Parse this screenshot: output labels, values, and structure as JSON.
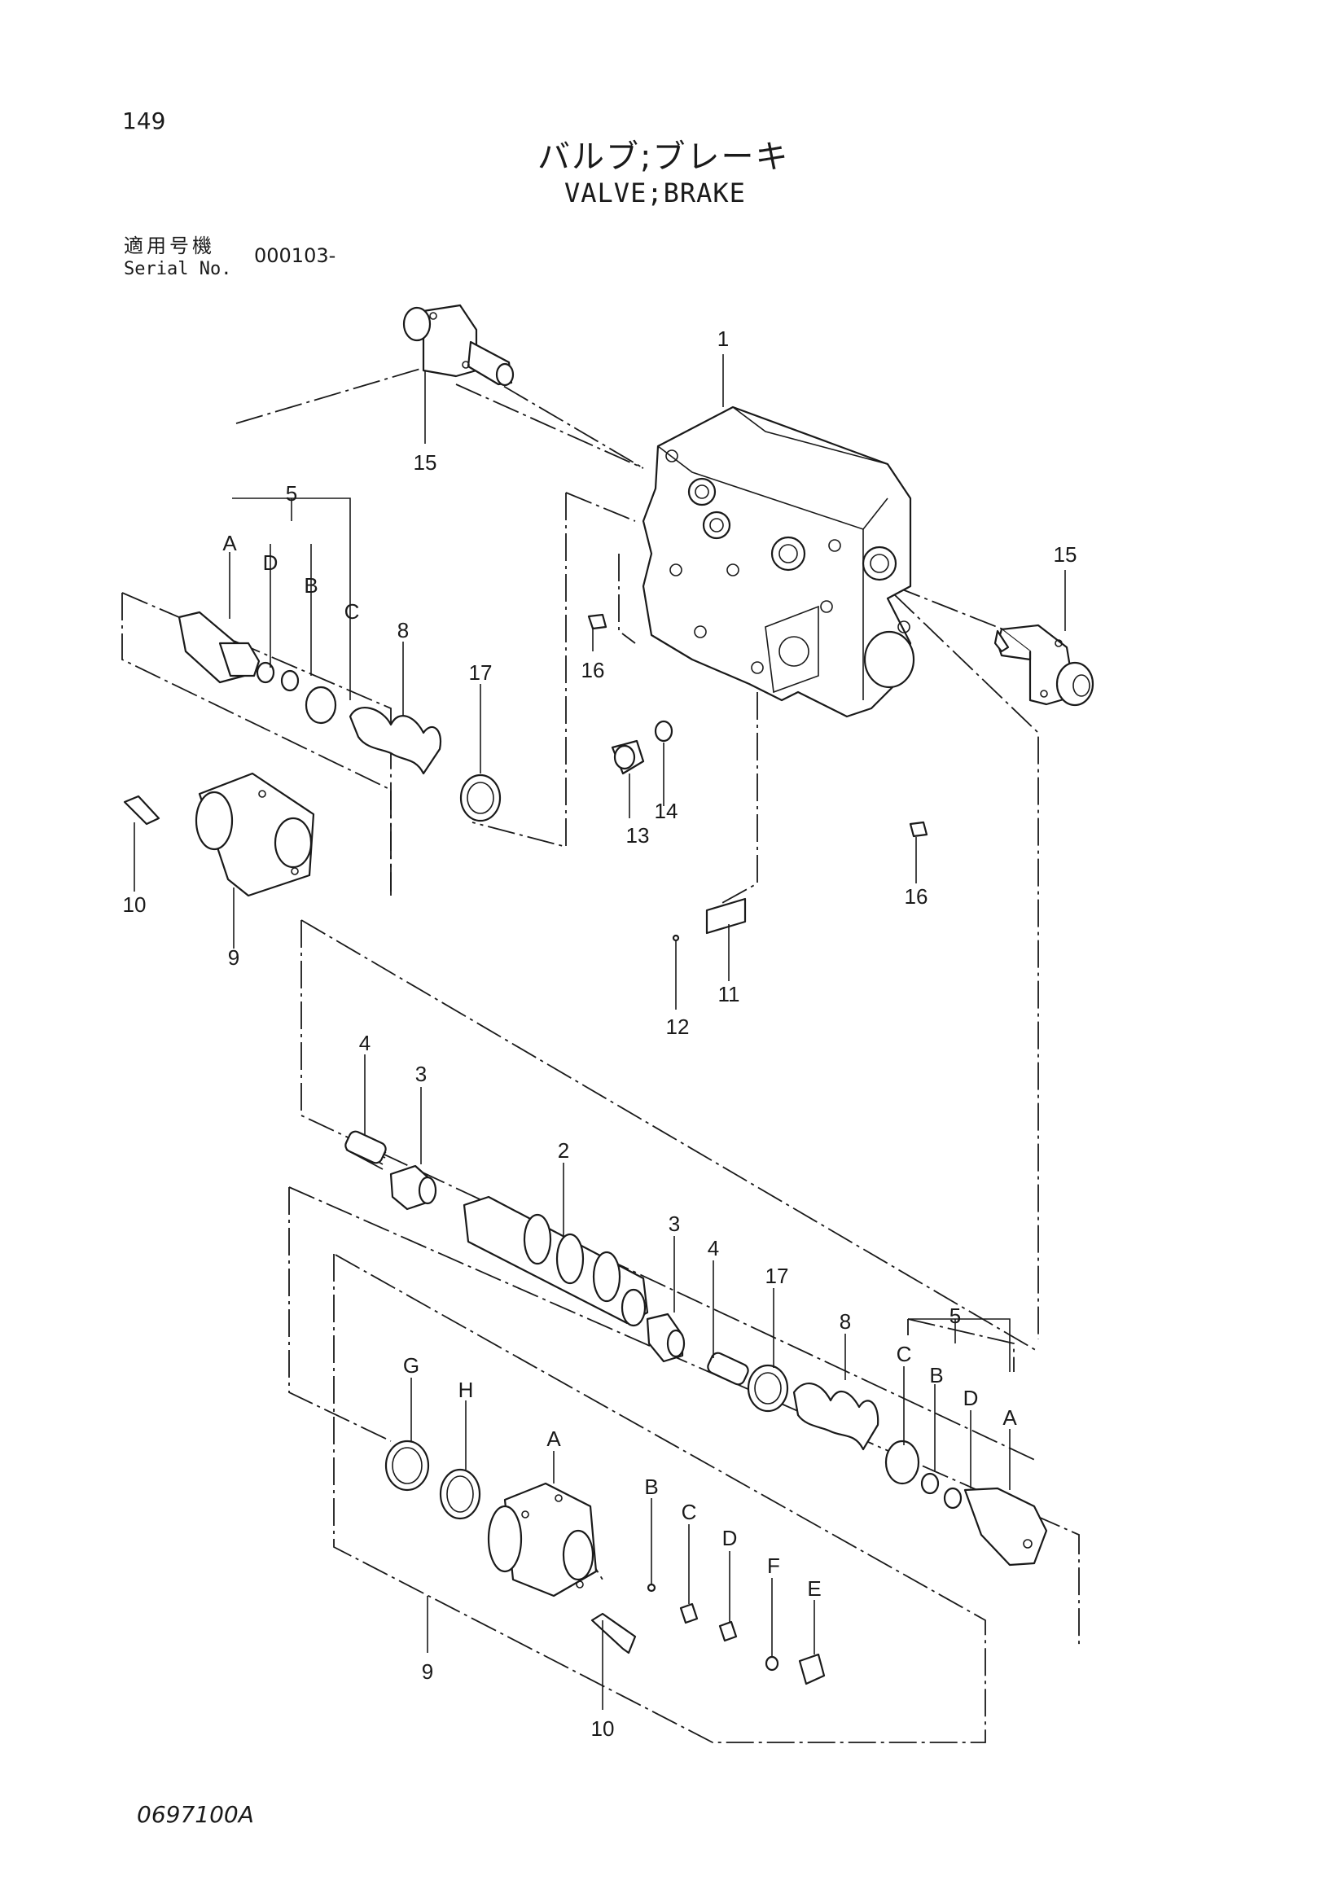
{
  "header": {
    "page_number": "149",
    "title_ja": "バルブ;ブレーキ",
    "title_en": "VALVE;BRAKE",
    "serial_label_ja": "適用号機",
    "serial_label_en": "Serial No.",
    "serial_value": "000103-"
  },
  "footer": {
    "drawing_number": "0697100A"
  },
  "callouts": {
    "c1": "1",
    "c15a": "15",
    "c15b": "15",
    "c5a": "5",
    "cAa": "A",
    "cDa": "D",
    "cBa": "B",
    "cCa": "C",
    "c8a": "8",
    "c17a": "17",
    "c16a": "16",
    "c16b": "16",
    "c13": "13",
    "c14": "14",
    "c10a": "10",
    "c9a": "9",
    "c11": "11",
    "c12": "12",
    "c4a": "4",
    "c3a": "3",
    "c2": "2",
    "c3b": "3",
    "c4b": "4",
    "c17b": "17",
    "c8b": "8",
    "c5b": "5",
    "cCb": "C",
    "cBb": "B",
    "cDb": "D",
    "cAb": "A",
    "cG": "G",
    "cH": "H",
    "cAc": "A",
    "cBc": "B",
    "cCc": "C",
    "cDc": "D",
    "cF": "F",
    "cE": "E",
    "c9b": "9",
    "c10b": "10"
  }
}
